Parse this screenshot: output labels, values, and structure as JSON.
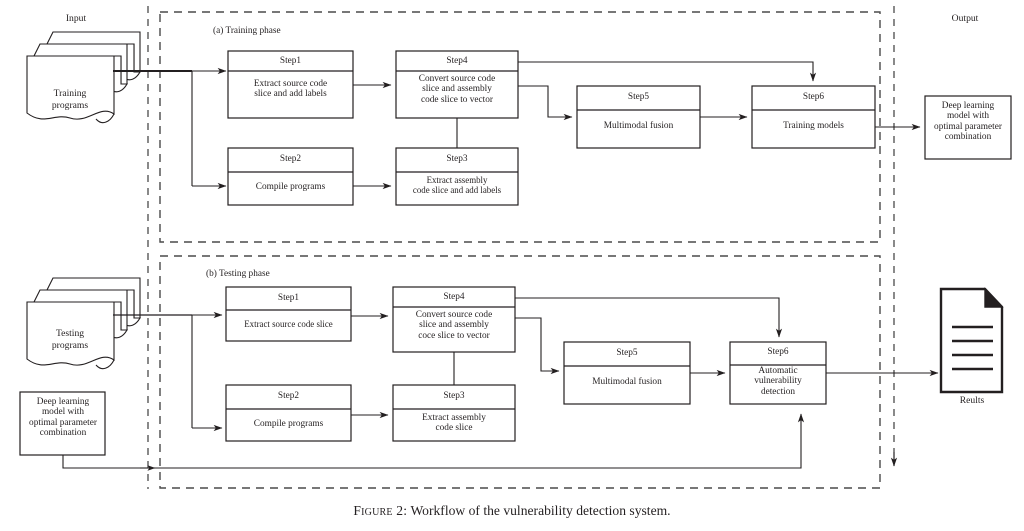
{
  "figure": {
    "caption_prefix": "Figure 2:",
    "caption_text": "Workflow of the vulnerability detection system."
  },
  "columns": {
    "input_label": "Input",
    "output_label": "Output"
  },
  "phases": [
    {
      "id": "training",
      "label": "(a) Training phase",
      "source_doc": {
        "line1": "Training",
        "line2": "programs",
        "icon": "document-stack-icon"
      },
      "steps": [
        {
          "id": "step1",
          "title": "Step1",
          "body": "Extract source code\nslice and add labels"
        },
        {
          "id": "step2",
          "title": "Step2",
          "body": "Compile programs"
        },
        {
          "id": "step3",
          "title": "Step3",
          "body": "Extract assembly\ncode slice and add labels"
        },
        {
          "id": "step4",
          "title": "Step4",
          "body": "Convert source code\nslice and assembly\ncode slice to vector"
        },
        {
          "id": "step5",
          "title": "Step5",
          "body": "Multimodal fusion"
        },
        {
          "id": "step6",
          "title": "Step6",
          "body": "Training models"
        }
      ],
      "result": {
        "id": "training-output",
        "text": "Deep learning\nmodel with\noptimal parameter\ncombination"
      }
    },
    {
      "id": "testing",
      "label": "(b) Testing phase",
      "source_doc": {
        "line1": "Testing",
        "line2": "programs",
        "icon": "document-stack-icon"
      },
      "secondary_input": {
        "id": "testing-model-input",
        "text": "Deep learning\nmodel with\noptimal parameter\ncombination"
      },
      "steps": [
        {
          "id": "step1",
          "title": "Step1",
          "body": "Extract source code slice"
        },
        {
          "id": "step2",
          "title": "Step2",
          "body": "Compile programs"
        },
        {
          "id": "step3",
          "title": "Step3",
          "body": "Extract assembly\ncode slice"
        },
        {
          "id": "step4",
          "title": "Step4",
          "body": "Convert source code\nslice and assembly\ncoce slice to vector"
        },
        {
          "id": "step5",
          "title": "Step5",
          "body": "Multimodal fusion"
        },
        {
          "id": "step6",
          "title": "Step6",
          "body": "Automatic\nvulnerability\ndetection"
        }
      ],
      "result": {
        "id": "results-document",
        "label": "Reults",
        "icon": "document-page-icon"
      }
    }
  ],
  "colors": {
    "stroke": "#231f20",
    "dashed": "#4a4a4a",
    "background": "#ffffff"
  }
}
